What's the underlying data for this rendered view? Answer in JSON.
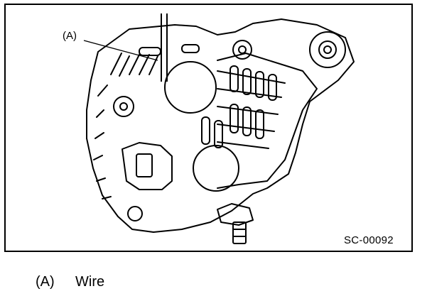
{
  "figure": {
    "callout": "(A)",
    "code": "SC-00092"
  },
  "legend": {
    "items": [
      {
        "key": "(A)",
        "label": "Wire"
      }
    ]
  }
}
